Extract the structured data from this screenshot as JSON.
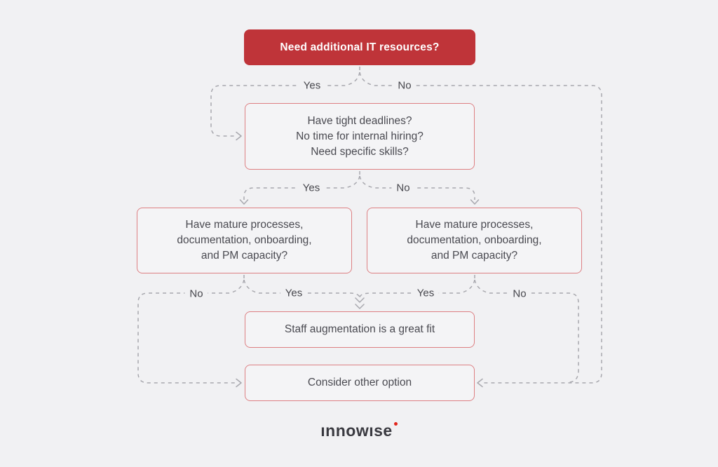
{
  "flowchart": {
    "root": {
      "label": "Need additional IT resources?"
    },
    "question_deadlines": {
      "lines": [
        "Have tight deadlines?",
        "No time for internal hiring?",
        "Need specific skills?"
      ]
    },
    "question_mature_left": {
      "lines": [
        "Have mature processes,",
        "documentation, onboarding,",
        "and PM capacity?"
      ]
    },
    "question_mature_right": {
      "lines": [
        "Have mature processes,",
        "documentation, onboarding,",
        "and PM capacity?"
      ]
    },
    "outcome_staff": {
      "label": "Staff augmentation is a great fit"
    },
    "outcome_other": {
      "label": "Consider other option"
    },
    "edge_labels": {
      "root_yes": "Yes",
      "root_no": "No",
      "deadlines_yes": "Yes",
      "deadlines_no": "No",
      "mature_left_no": "No",
      "mature_left_yes": "Yes",
      "mature_right_yes": "Yes",
      "mature_right_no": "No"
    },
    "colors": {
      "accent_red": "#bf3439",
      "box_border": "#dd7f82",
      "connector_gray": "#a8a8ae",
      "text_dark": "#4a4a51",
      "background": "#f1f1f3",
      "logo_dot_red": "#e1251b"
    },
    "logo": {
      "text": "ınnowıse"
    }
  }
}
